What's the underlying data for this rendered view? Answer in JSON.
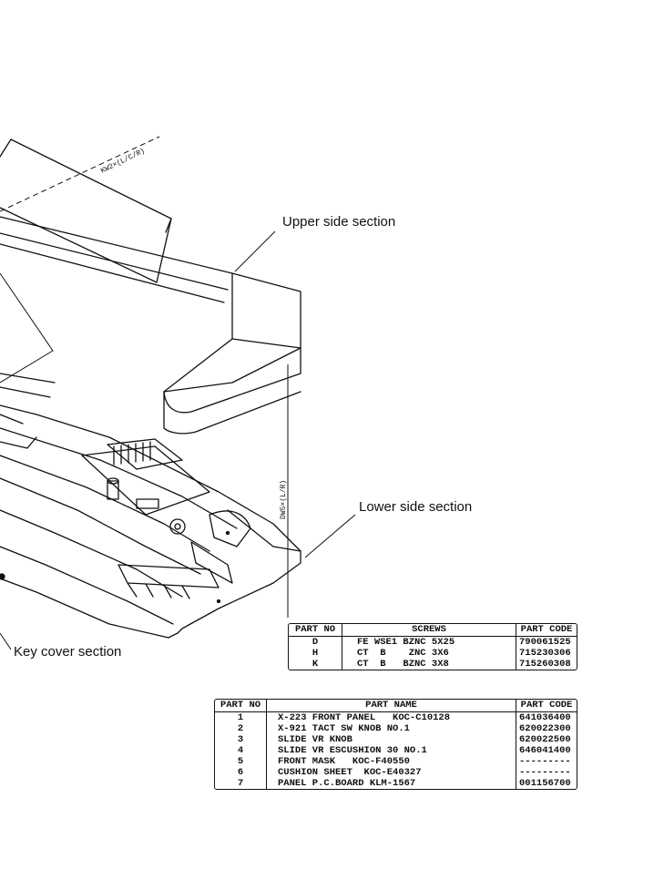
{
  "callouts": {
    "upper": "Upper side section",
    "lower": "Lower side section",
    "keycover": "Key cover section"
  },
  "dimensions": {
    "top": "KW2×(L/C/R)",
    "side": "DW5×(L/R)"
  },
  "screws_table": {
    "headers": [
      "PART NO",
      "SCREWS",
      "PART CODE"
    ],
    "rows": [
      {
        "part_no": "D",
        "name": "FE WSE1 BZNC 5X25",
        "code": "790061525"
      },
      {
        "part_no": "H",
        "name": "CT  B    ZNC 3X6",
        "code": "715230306"
      },
      {
        "part_no": "K",
        "name": "CT  B   BZNC 3X8",
        "code": "715260308"
      }
    ]
  },
  "parts_table": {
    "headers": [
      "PART NO",
      "PART NAME",
      "PART CODE"
    ],
    "rows": [
      {
        "part_no": "1",
        "name": "X-223 FRONT PANEL   KOC-C10128",
        "code": "641036400"
      },
      {
        "part_no": "2",
        "name": "X-921 TACT SW KNOB NO.1",
        "code": "620022300"
      },
      {
        "part_no": "3",
        "name": "SLIDE VR KNOB",
        "code": "620022500"
      },
      {
        "part_no": "4",
        "name": "SLIDE VR ESCUSHION 30 NO.1",
        "code": "646041400"
      },
      {
        "part_no": "5",
        "name": "FRONT MASK   KOC-F40550",
        "code": "---------"
      },
      {
        "part_no": "6",
        "name": "CUSHION SHEET  KOC-E40327",
        "code": "---------"
      },
      {
        "part_no": "7",
        "name": "PANEL P.C.BOARD KLM-1567",
        "code": "001156700"
      }
    ]
  }
}
